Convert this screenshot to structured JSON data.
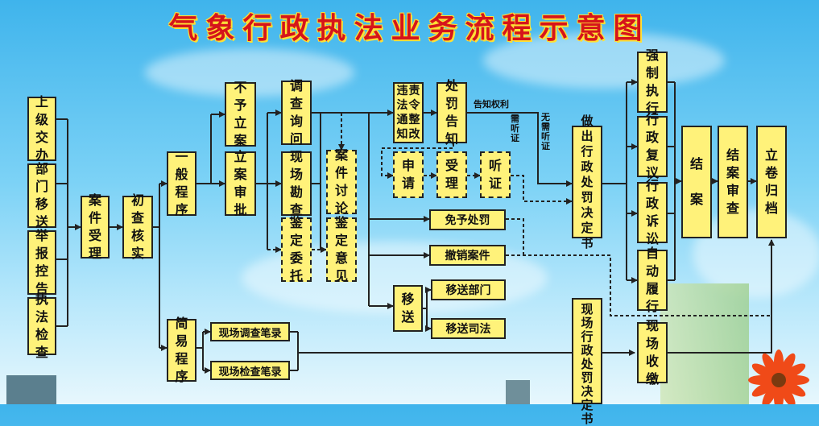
{
  "title": "气象行政执法业务流程示意图",
  "colors": {
    "box_fill": "#fff27a",
    "line": "#222222",
    "title": "#d5141b"
  },
  "nodes": {
    "shangji": "上级交办",
    "bumen_yisong": "部门移送",
    "jubao": "举报控告",
    "zhifa_jiancha": "执法检查",
    "anjian_shouli": "案件受理",
    "chucha": "初查核实",
    "yiban": "一般程序",
    "jianyi": "简易程序",
    "buyu_lian": "不予立案",
    "lian_shenpi": "立案审批",
    "diaocha": "调查询问",
    "xianchang_kancha": "现场勘查",
    "jianding_weituo": "鉴定委托",
    "anjian_taolun": "案件讨论",
    "jianding_yijian": "鉴定意见",
    "zeling": "责令整改",
    "weifa_tongzhi": "违法通知",
    "chufa_gaozhi": "处罚告知",
    "shenqing": "申请",
    "shouli": "受理",
    "tingzheng": "听证",
    "mianyu": "免予处罚",
    "chexiao": "撤销案件",
    "yisong": "移送",
    "yisong_bumen": "移送部门",
    "yisong_sifa": "移送司法",
    "xianchang_diaocha": "现场调查笔录",
    "xianchang_jiancha": "现场检查笔录",
    "zuochu": "做出行政处罚决定书",
    "xianchang_jueding": "现场行政处罚决定书",
    "qiangzhi": "强制执行",
    "fuyi": "行政复议",
    "susong": "行政诉讼",
    "zidong": "自动履行",
    "xianchang_shoujiao": "现场收缴",
    "jiean": "结案",
    "jiean_shencha": "结案审查",
    "lijuan": "立卷归档"
  },
  "labels": {
    "gaozhi_quanli": "告知权利",
    "xu_tingzheng": "需听证",
    "wuxu_tingzheng": "无需听证"
  }
}
